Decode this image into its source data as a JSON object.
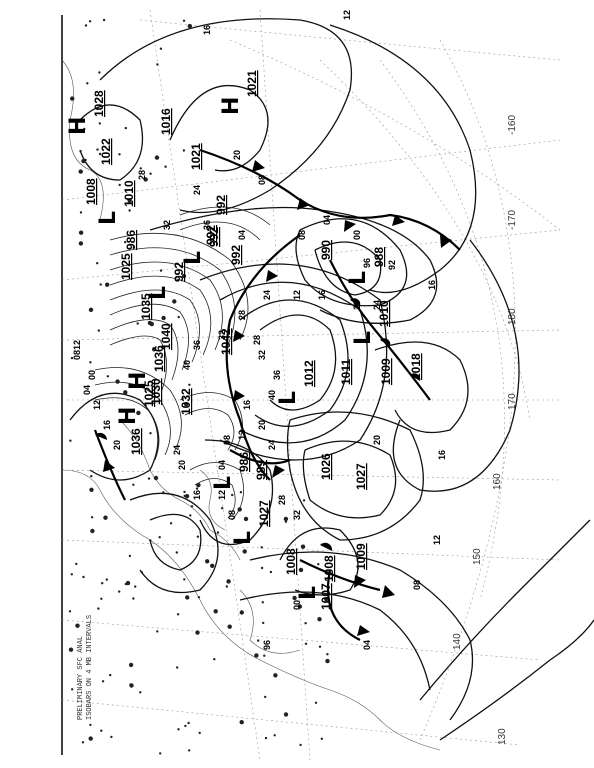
{
  "header": {
    "lines": [
      "PRELIMINARY SFC ANAL",
      "ISOBARS ON 4 MB INTERVALS"
    ]
  },
  "longitude_ticks": [
    "-160",
    "-170",
    "180",
    "170",
    "160",
    "150",
    "140",
    "130"
  ],
  "isobar_labels": [
    "16",
    "12",
    "16",
    "20",
    "24",
    "28",
    "32",
    "36",
    "04",
    "08",
    "00",
    "96",
    "92",
    "40",
    "36",
    "32",
    "28",
    "24",
    "20",
    "16",
    "12",
    "08",
    "04",
    "00",
    "96",
    "08",
    "04",
    "12",
    "16",
    "20",
    "24",
    "28",
    "32",
    "36",
    "40",
    "04",
    "08",
    "12",
    "16",
    "20",
    "24",
    "28",
    "32",
    "08",
    "12",
    "16",
    "20",
    "24",
    "20",
    "16",
    "12",
    "04",
    "00",
    "08",
    "12"
  ],
  "pressure_centers": [
    {
      "type": "H",
      "value": "1021"
    },
    {
      "type": "L",
      "value": "1016"
    },
    {
      "type": "L",
      "value": "1021"
    },
    {
      "type": "H",
      "value": "1028"
    },
    {
      "type": "L",
      "value": "1022"
    },
    {
      "type": "L",
      "value": "1008"
    },
    {
      "type": "L",
      "value": "1010"
    },
    {
      "type": "H",
      "value": "1025"
    },
    {
      "type": "L",
      "value": "986"
    },
    {
      "type": "L",
      "value": "992"
    },
    {
      "type": "L",
      "value": "992"
    },
    {
      "type": "L",
      "value": "992"
    },
    {
      "type": "L",
      "value": "992"
    },
    {
      "type": "L",
      "value": "992"
    },
    {
      "type": "L",
      "value": "990"
    },
    {
      "type": "L",
      "value": "988"
    },
    {
      "type": "H",
      "value": "1035"
    },
    {
      "type": "H",
      "value": "1040"
    },
    {
      "type": "H",
      "value": "1036"
    },
    {
      "type": "H",
      "value": "1030"
    },
    {
      "type": "L",
      "value": "1042"
    },
    {
      "type": "L",
      "value": "1010"
    },
    {
      "type": "L",
      "value": "1011"
    },
    {
      "type": "L",
      "value": "1009"
    },
    {
      "type": "L",
      "value": "1012"
    },
    {
      "type": "H",
      "value": "1018"
    },
    {
      "type": "H",
      "value": "1036"
    },
    {
      "type": "H",
      "value": "1025"
    },
    {
      "type": "H",
      "value": "1032"
    },
    {
      "type": "L",
      "value": "989"
    },
    {
      "type": "L",
      "value": "986"
    },
    {
      "type": "H",
      "value": "1026"
    },
    {
      "type": "H",
      "value": "1027"
    },
    {
      "type": "L",
      "value": "1027"
    },
    {
      "type": "L",
      "value": "1008"
    },
    {
      "type": "L",
      "value": "1009"
    },
    {
      "type": "L",
      "value": "1008"
    },
    {
      "type": "L",
      "value": "1007"
    }
  ],
  "colors": {
    "ink": "#000000",
    "grid": "#9a9a9a",
    "paper": "#ffffff"
  }
}
